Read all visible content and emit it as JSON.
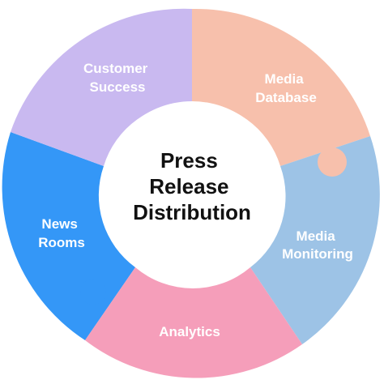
{
  "center": {
    "lines": [
      "Press",
      "Release",
      "Distribution"
    ]
  },
  "segments": [
    {
      "id": "customer-success",
      "lines": [
        "Customer",
        "Success"
      ],
      "color": "#C9B9F0"
    },
    {
      "id": "media-database",
      "lines": [
        "Media",
        "Database"
      ],
      "color": "#F7C0AC"
    },
    {
      "id": "media-monitoring",
      "lines": [
        "Media",
        "Monitoring"
      ],
      "color": "#9DC3E6"
    },
    {
      "id": "analytics",
      "lines": [
        "Analytics"
      ],
      "color": "#F59EBA"
    },
    {
      "id": "news-rooms",
      "lines": [
        "News",
        "Rooms"
      ],
      "color": "#3497F7"
    }
  ],
  "colors": {
    "background": "#FFFFFF",
    "center_fill": "#FFFFFF",
    "center_text": "#111111",
    "segment_text": "#FFFFFF"
  }
}
